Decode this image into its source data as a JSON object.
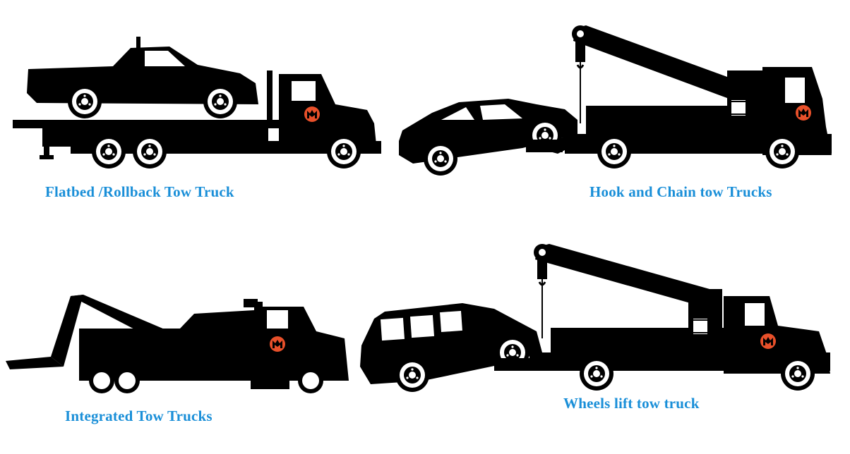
{
  "captions": {
    "flatbed": "Flatbed /Rollback Tow Truck",
    "hook_chain": "Hook and Chain tow Trucks",
    "integrated": "Integrated Tow Trucks",
    "wheel_lift": "Wheels lift tow truck"
  },
  "colors": {
    "caption": "#1a8fd8",
    "silhouette": "#000000",
    "logo": "#e8502a",
    "background": "#ffffff"
  },
  "icons": [
    "flatbed-tow-truck-icon",
    "pickup-truck-icon",
    "hook-chain-tow-truck-icon",
    "sedan-car-icon",
    "integrated-tow-truck-icon",
    "wheel-lift-tow-truck-icon",
    "suv-jeep-icon",
    "company-logo-icon"
  ]
}
